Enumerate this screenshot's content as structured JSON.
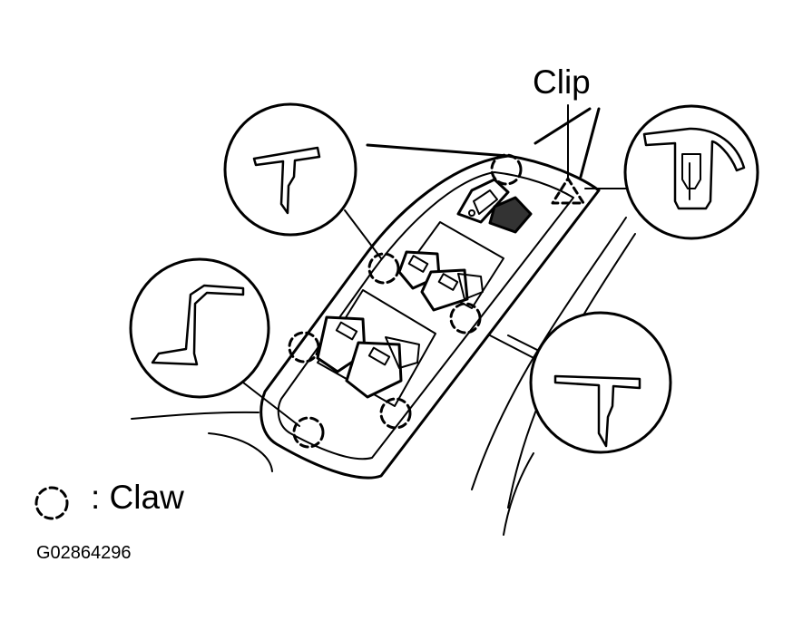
{
  "labels": {
    "clip": "Clip",
    "claw_legend": ": Claw",
    "figure_id": "G02864296"
  },
  "colors": {
    "ink": "#000000",
    "paper": "#ffffff",
    "switch_dark": "#333333"
  },
  "icons": {
    "claw_marker": "dashed-circle-icon",
    "clip_marker": "dashed-triangle-icon"
  }
}
